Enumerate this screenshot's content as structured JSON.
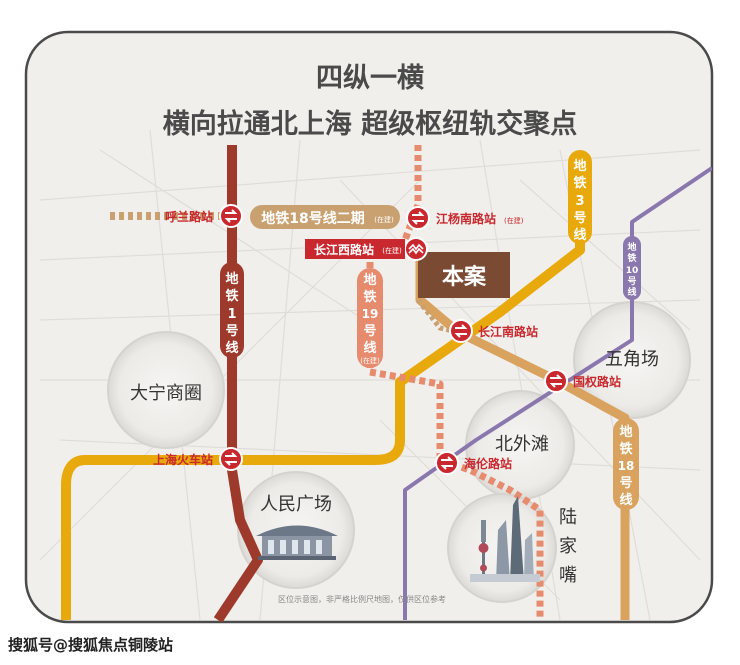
{
  "header": {
    "title_line1": "四纵一横",
    "title_line2": "横向拉通北上海  超级枢纽轨交聚点"
  },
  "lines": {
    "line1": {
      "label": "地铁1号线",
      "color": "#9e3a2b"
    },
    "line3": {
      "label": "地铁3号线",
      "color": "#e8a90c"
    },
    "line10": {
      "label": "地铁10号线",
      "color": "#8a77ad"
    },
    "line18_west": {
      "label": "地铁18号线二期",
      "note": "(在建)",
      "color": "#c9a070"
    },
    "line18_east": {
      "label": "地铁18号线",
      "color": "#d9a25f"
    },
    "line19": {
      "label": "地铁19号线",
      "note": "(在建)",
      "color": "#e78b6e"
    }
  },
  "stations": {
    "hulan": "呼兰路站",
    "jiangyangnan": "江杨南路站",
    "jiangyangnan_note": "(在建)",
    "changjiangxi": "长江西路站",
    "changjiangxi_note": "(在建)",
    "changjiangnan": "长江南路站",
    "guoquan": "国权路站",
    "shanghai_railway": "上海火车站",
    "hailun": "海伦路站"
  },
  "project": {
    "label": "本案",
    "color": "#7a4a32"
  },
  "districts": {
    "daning": "大宁商圈",
    "wujiaochang": "五角场",
    "beiwaitan": "北外滩",
    "peoples_square": "人民广场",
    "lujiazui": "陆家嘴"
  },
  "disclaimer": "区位示意图，非严格比例尺地图，仅供区位参考",
  "watermark": "搜狐号@搜狐焦点铜陵站",
  "colors": {
    "station_red": "#c8282e",
    "frame_bg": "#f1efec",
    "frame_border": "#4a4a4a"
  }
}
